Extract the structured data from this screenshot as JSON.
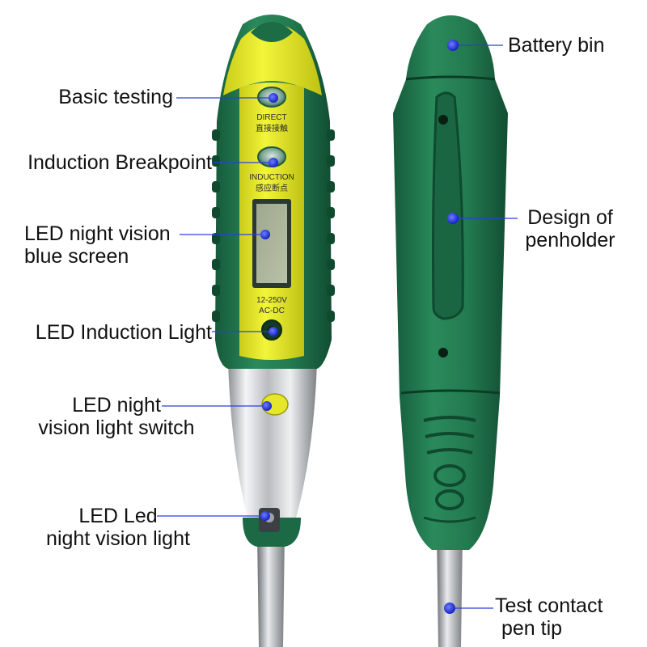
{
  "colors": {
    "body_green": "#1f6e4a",
    "face_yellow": "#e9ec2c",
    "chrome": "#d8dadc",
    "leader_blue": "#2a3fe0",
    "dot_blue": "#1d2bd6"
  },
  "left_pen": {
    "button1_text": "DIRECT",
    "button1_cn": "直接接触",
    "button2_text": "INDUCTION",
    "button2_cn": "感应断点",
    "range_text": "12-250V",
    "mode_text": "AC-DC"
  },
  "labels": {
    "basic_testing": "Basic testing",
    "induction_breakpoint": "Induction Breakpoint",
    "led_screen_line1": "LED night vision",
    "led_screen_line2": "blue screen",
    "led_induction_light": "LED Induction Light",
    "led_switch_line1": "LED night",
    "led_switch_line2": "vision light switch",
    "led_light_line1": "LED Led",
    "led_light_line2": "night vision light",
    "battery_bin": "Battery bin",
    "penholder_line1": "Design of",
    "penholder_line2": "penholder",
    "pen_tip_line1": "Test contact",
    "pen_tip_line2": "pen tip"
  }
}
